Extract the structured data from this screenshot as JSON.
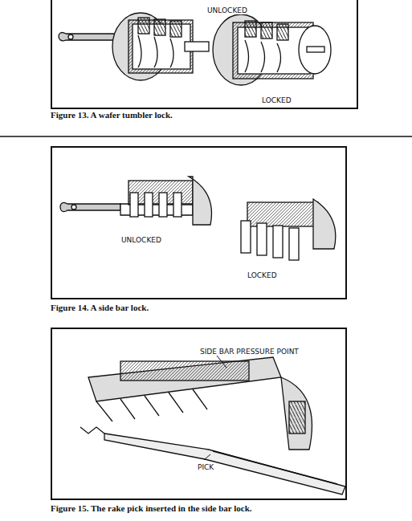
{
  "diagram": {
    "nodes": [
      {
        "text": [
          "UNLOCKED",
          "LOCKED"
        ]
      },
      {
        "text": [
          "UNLOCKED",
          "LOCKED"
        ]
      },
      {
        "text": [
          "SIDE BAR PRESSURE POINT",
          "PICK"
        ]
      }
    ],
    "labels": [
      "Figure 13. A wafer tumbler lock.",
      "Figure 14. A side bar lock.",
      "Figure 15. The rake pick inserted in the side bar lock."
    ]
  }
}
